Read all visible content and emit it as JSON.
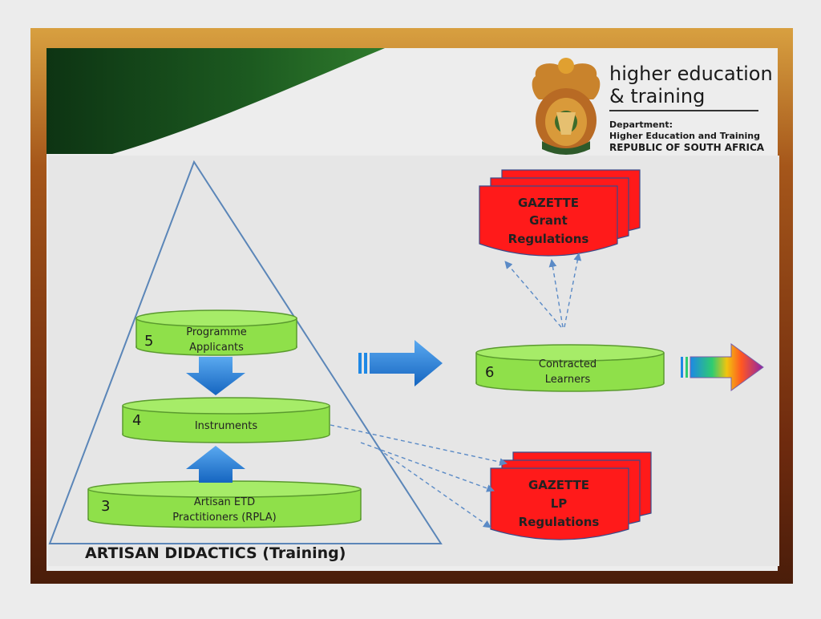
{
  "header": {
    "brand_line1": "higher education",
    "brand_line2": "& training",
    "dept_line1": "Department:",
    "dept_line2": "Higher Education and Training",
    "dept_line3": "REPUBLIC OF SOUTH AFRICA"
  },
  "diagram": {
    "caption": "ARTISAN DIDACTICS (Training)",
    "nodes": {
      "programme": {
        "number": "5",
        "line1": "Programme",
        "line2": "Applicants"
      },
      "instruments": {
        "number": "4",
        "line1": "Instruments"
      },
      "practitioners": {
        "number": "3",
        "line1": "Artisan ETD",
        "line2": "Practitioners (RPLA)"
      },
      "contracted": {
        "number": "6",
        "line1": "Contracted",
        "line2": "Learners"
      }
    },
    "documents": {
      "grant": {
        "line1": "GAZETTE",
        "line2": "Grant",
        "line3": "Regulations"
      },
      "lp": {
        "line1": "GAZETTE",
        "line2": "LP",
        "line3": "Regulations"
      }
    },
    "colors": {
      "node_fill": "#8fe04a",
      "node_top": "#a6ec68",
      "document_fill": "#ff1a1a",
      "arrow_blue": "#1e88e5",
      "triangle_line": "#5b86b8",
      "connector": "#5a8ac6"
    }
  }
}
